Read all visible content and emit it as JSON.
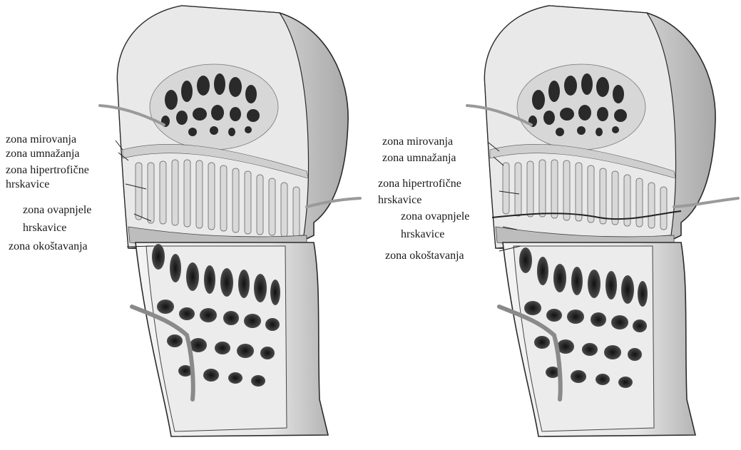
{
  "panels": [
    {
      "id": "left",
      "labels": {
        "rest": "zona mirovanja",
        "proliferation": "zona umnažanja",
        "hypertrophic_1": "zona hipertrofične",
        "hypertrophic_2": "hrskavice",
        "calcified_1": "zona ovapnjele",
        "calcified_2": "hrskavice",
        "ossification": "zona okoštavanja"
      }
    },
    {
      "id": "right",
      "labels": {
        "rest": "zona mirovanja",
        "proliferation": "zona umnažanja",
        "hypertrophic_1": "zona hipertrofične",
        "hypertrophic_2": "hrskavice",
        "calcified_1": "zona ovapnjele",
        "calcified_2": "hrskavice",
        "ossification": "zona okoštavanja"
      }
    }
  ],
  "colors": {
    "cartilage": "#e3e3e3",
    "cartilage_shade": "#c9c9c9",
    "bone": "#f2f2f2",
    "bone_shade": "#cfcfcf",
    "outline": "#2b2b2b",
    "cavity": "#2a2a2a"
  }
}
